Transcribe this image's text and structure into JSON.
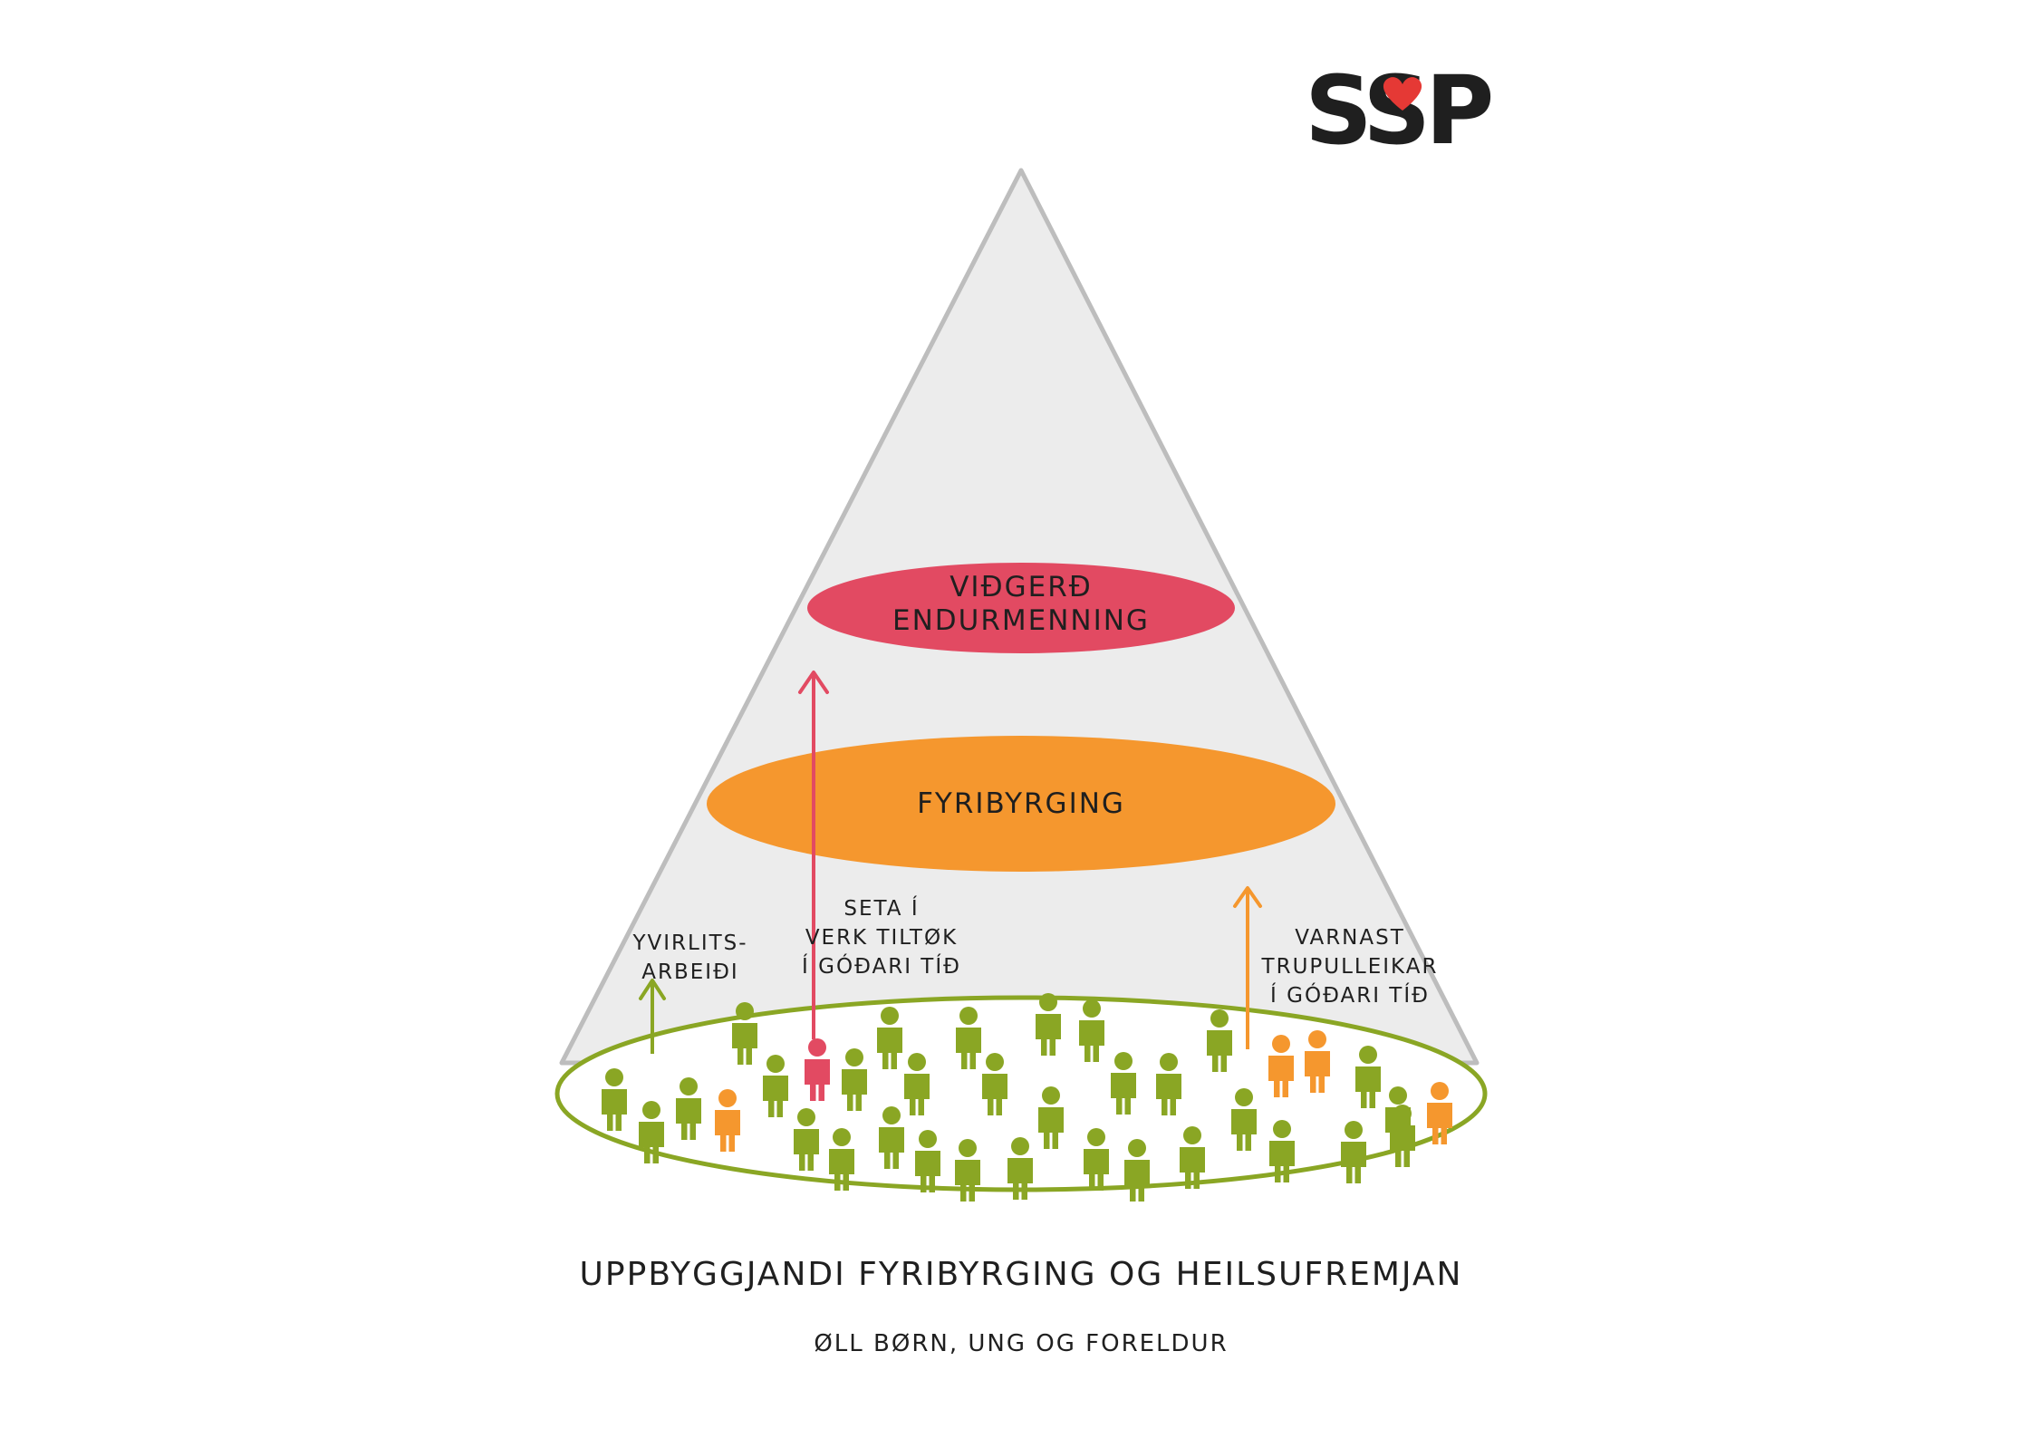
{
  "logo": {
    "text": "SSP",
    "colors": {
      "text": "#111111",
      "heart": "#e53935"
    }
  },
  "pyramid": {
    "fill": "#ececec",
    "stroke": "#bdbdbd"
  },
  "levels": [
    {
      "lines": [
        "VIÐGERÐ",
        "ENDURMENNING"
      ],
      "color": "#e24a62"
    },
    {
      "lines": [
        "FYRIBYRGING"
      ],
      "color": "#f5972e"
    }
  ],
  "base": {
    "stroke": "#8aa624",
    "figure_colors": {
      "green": "#8aa624",
      "orange": "#f5972e",
      "red": "#e24a62"
    }
  },
  "arrows": [
    {
      "lines": [
        "YVIRLITS-",
        "ARBEIÐI"
      ],
      "color": "#8aa624"
    },
    {
      "lines": [
        "SETA Í",
        "VERK TILTØK",
        "Í GÓÐARI TÍÐ"
      ],
      "color": "#e24a62"
    },
    {
      "lines": [
        "VARNAST",
        "TRUPULLEIKAR",
        "Í GÓÐARI TÍÐ"
      ],
      "color": "#f5972e"
    }
  ],
  "footer": {
    "title": "UPPBYGGJANDI FYRIBYRGING OG HEILSUFREMJAN",
    "subtitle": "ØLL BØRN, UNG OG FORELDUR"
  }
}
